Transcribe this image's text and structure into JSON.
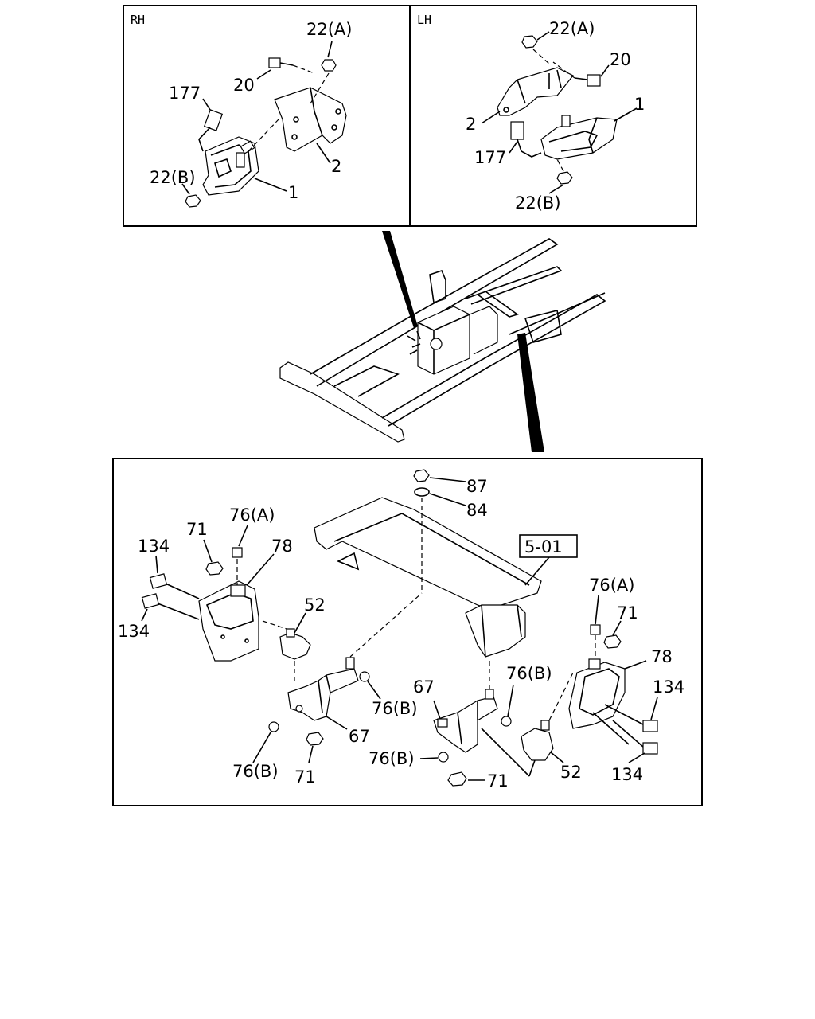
{
  "panels": {
    "rh_tag": "RH",
    "lh_tag": "LH"
  },
  "rh_labels": {
    "l22a": "22(A)",
    "l20": "20",
    "l177": "177",
    "l22b": "22(B)",
    "l1": "1",
    "l2": "2"
  },
  "lh_labels": {
    "l22a": "22(A)",
    "l20": "20",
    "l2": "2",
    "l1": "1",
    "l177": "177",
    "l22b": "22(B)"
  },
  "bottom_labels": {
    "l87": "87",
    "l84": "84",
    "l501": "5-01",
    "l134a": "134",
    "l71a": "71",
    "l76a_left": "76(A)",
    "l78a": "78",
    "l134b": "134",
    "l52a": "52",
    "l67a": "67",
    "l76b_1": "76(B)",
    "l76b_2": "76(B)",
    "l71b": "71",
    "l67b": "67",
    "l76b_3": "76(B)",
    "l76b_4": "76(B)",
    "l71c": "71",
    "l76a_right": "76(A)",
    "l71d": "71",
    "l78b": "78",
    "l134c": "134",
    "l52b": "52",
    "l134d": "134"
  }
}
